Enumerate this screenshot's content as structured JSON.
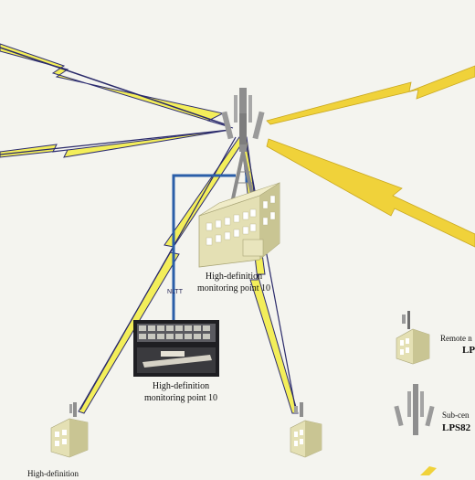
{
  "labels": {
    "point_main_l1": "High-definition",
    "point_main_l2": "monitoring point 10",
    "point_room_l1": "High-definition",
    "point_room_l2": "monitoring point 10",
    "remote_text": "Remote n",
    "remote_code": "LP",
    "subcenter_text": "Sub-cen",
    "subcenter_code": "LPS82",
    "bottom_left_text": "High-definition",
    "link_tag": "NLTT"
  },
  "colors": {
    "bolt_yellow": "#f3ee5a",
    "bolt_outline": "#2c2c70",
    "bolt_dark": "#2a2a6a",
    "bolt_gold": "#f0d23a",
    "fiber_blue": "#2a5ea8",
    "building": "#e4e0b4",
    "building_shade": "#c9c593",
    "window": "#ffffff",
    "antenna": "#8e8e8e",
    "background": "#f4f4ef"
  },
  "icons": {
    "main_tower": "cell-tower-icon",
    "main_building": "office-building-icon",
    "control_room": "monitoring-room-photo-icon",
    "remote_node": "remote-station-icon",
    "subcenter": "sub-center-antenna-icon",
    "left_station": "monitoring-station-icon",
    "center_station": "monitoring-station-icon"
  }
}
